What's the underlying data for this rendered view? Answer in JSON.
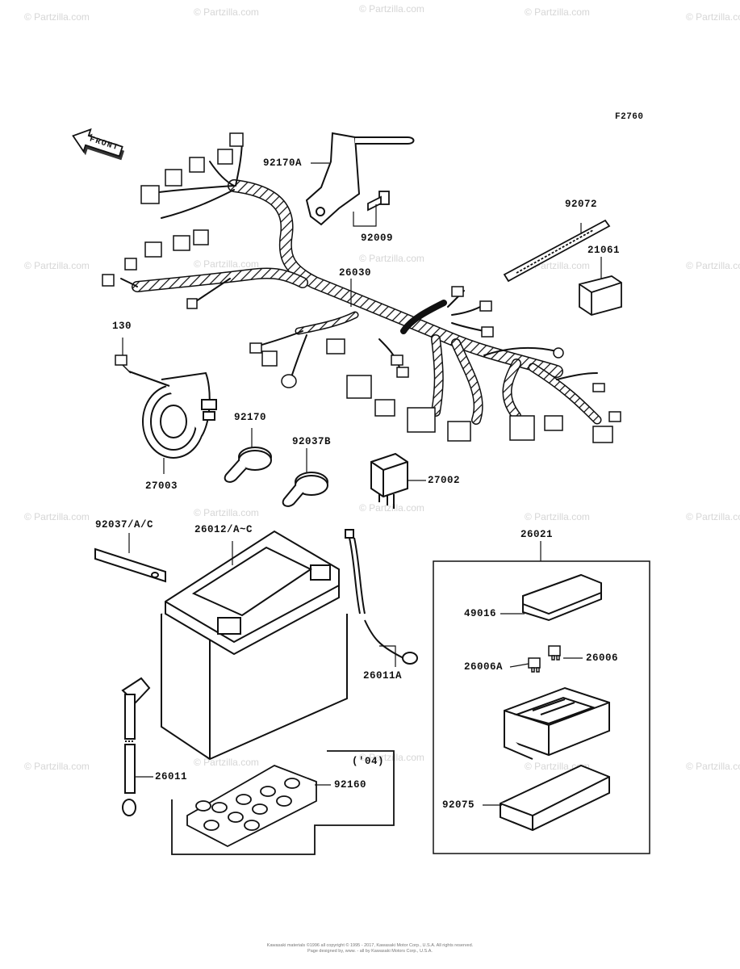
{
  "figure_code": "F2760",
  "front_arrow_label": "FRONT",
  "watermark_text": "© Partzilla.com",
  "labels": {
    "p92170A": "92170A",
    "p92009": "92009",
    "p92072": "92072",
    "p21061": "21061",
    "p26030": "26030",
    "p130": "130",
    "p92170": "92170",
    "p92037B": "92037B",
    "p27003": "27003",
    "p27002": "27002",
    "p92037AC": "92037/A/C",
    "p26012AC": "26012/A~C",
    "p26021": "26021",
    "p49016": "49016",
    "p26006": "26006",
    "p26006A": "26006A",
    "p26011A": "26011A",
    "p04": "('04)",
    "p26011": "26011",
    "p92160": "92160",
    "p92075": "92075"
  },
  "footer": {
    "line1": "Kawasaki materials ©1996 all copyright © 1995 - 2017, Kawasaki Motor Corp., U.S.A. All rights reserved.",
    "line2": "Page designed by, www. - all by Kawasaki Motors Corp., U.S.A."
  },
  "colors": {
    "ink": "#111111",
    "watermark": "#d6d6d6",
    "background": "#ffffff"
  }
}
